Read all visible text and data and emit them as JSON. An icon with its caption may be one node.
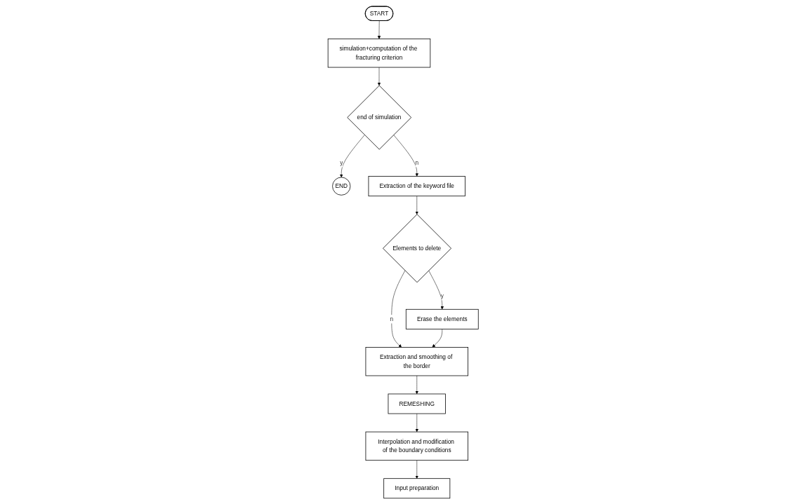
{
  "diagram": {
    "nodes": [
      {
        "text": [
          "START"
        ]
      },
      {
        "text": [
          "simulation+computation of the fracturing criterion"
        ]
      },
      {
        "text": [
          "end of simulation"
        ]
      },
      {
        "text": [
          "END"
        ]
      },
      {
        "text": [
          "Extraction of the keyword file"
        ]
      },
      {
        "text": [
          "Elements to delete"
        ]
      },
      {
        "text": [
          "Erase the elements"
        ]
      },
      {
        "text": [
          "Extraction and smoothing of the border"
        ]
      },
      {
        "text": [
          "REMESHING"
        ]
      },
      {
        "text": [
          "Interpolation and modification of the boundary conditions"
        ]
      },
      {
        "text": [
          "Input preparation"
        ]
      }
    ],
    "edges": [
      {
        "from": 0,
        "to": 1,
        "arrow": "to"
      },
      {
        "from": 1,
        "to": 2,
        "arrow": "to"
      },
      {
        "from": 2,
        "to": 3,
        "label": "y",
        "arrow": "to"
      },
      {
        "from": 2,
        "to": 4,
        "label": "n",
        "arrow": "to"
      },
      {
        "from": 4,
        "to": 5,
        "arrow": "to"
      },
      {
        "from": 5,
        "to": 6,
        "label": "y",
        "arrow": "to"
      },
      {
        "from": 5,
        "to": 7,
        "label": "n",
        "arrow": "to"
      },
      {
        "from": 6,
        "to": 7,
        "arrow": "to"
      },
      {
        "from": 7,
        "to": 8,
        "arrow": "to"
      },
      {
        "from": 8,
        "to": 9,
        "arrow": "to"
      },
      {
        "from": 9,
        "to": 10,
        "arrow": "to"
      }
    ]
  }
}
